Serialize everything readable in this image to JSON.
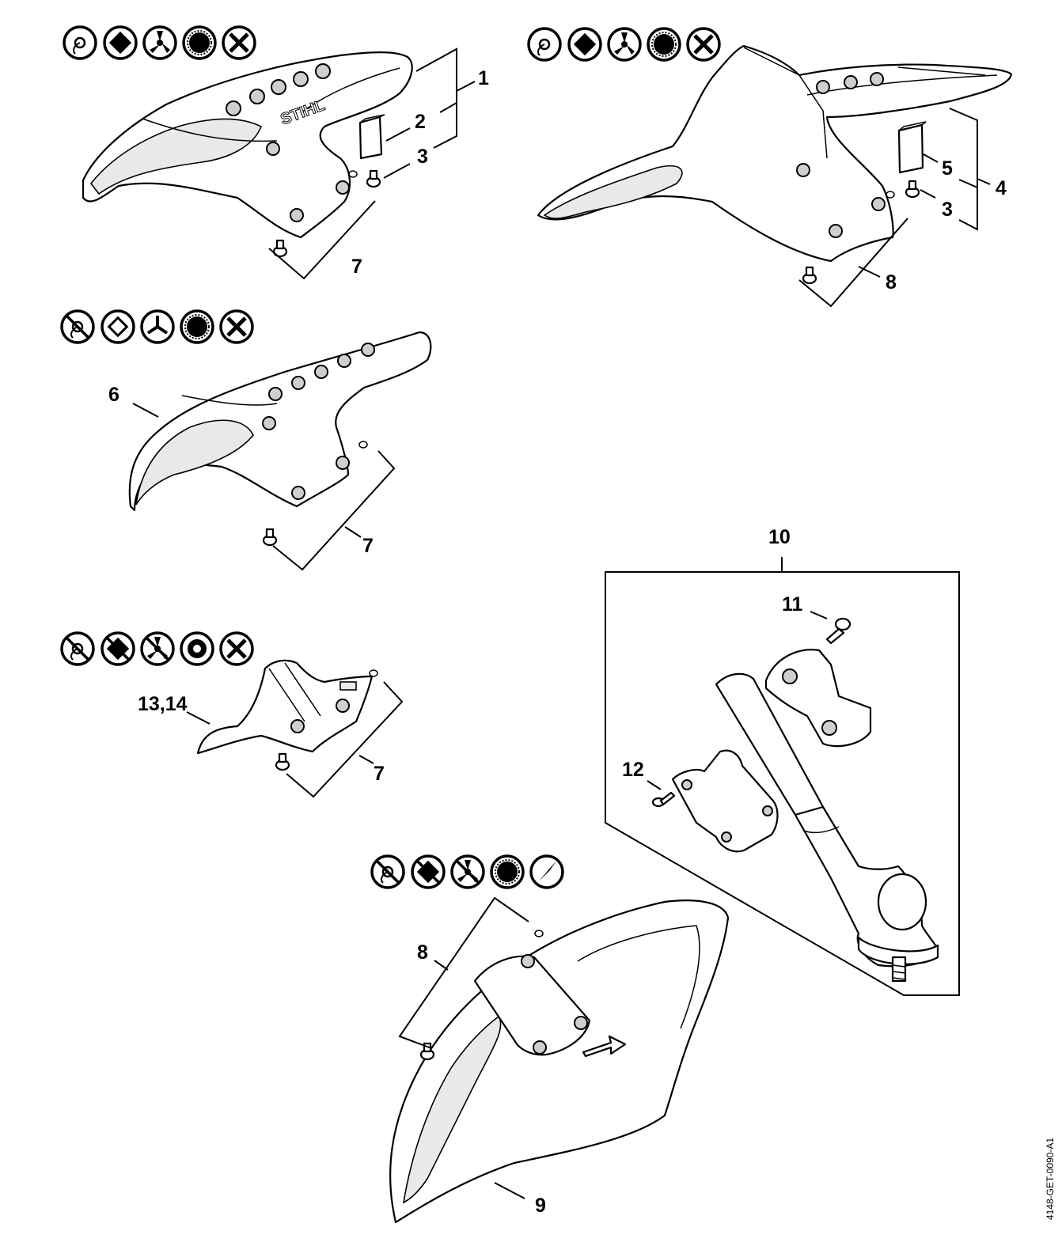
{
  "callouts": {
    "c1": "1",
    "c2": "2",
    "c3a": "3",
    "c4": "4",
    "c5": "5",
    "c3b": "3",
    "c6": "6",
    "c7a": "7",
    "c7b": "7",
    "c7c": "7",
    "c8a": "8",
    "c8b": "8",
    "c9": "9",
    "c10": "10",
    "c11": "11",
    "c12": "12",
    "c13_14": "13,14"
  },
  "brand_mark": "STIHL",
  "reference_code": "4148-GET-0090-A1",
  "icon_rows": [
    {
      "group": "guard-1",
      "icons": [
        "trimmer-head-icon",
        "polycut-icon",
        "grass-blade-icon",
        "brush-knife-icon",
        "no-use-icon"
      ]
    },
    {
      "group": "guard-4",
      "icons": [
        "trimmer-head-icon",
        "polycut-icon",
        "grass-blade-icon",
        "brush-knife-icon",
        "no-use-icon"
      ]
    },
    {
      "group": "guard-6",
      "icons": [
        "trimmer-head-icon",
        "polycut-icon",
        "grass-blade-icon",
        "brush-knife-icon",
        "no-use-icon"
      ]
    },
    {
      "group": "guard-13",
      "icons": [
        "trimmer-head-icon",
        "polycut-icon",
        "grass-blade-icon",
        "brush-knife-icon",
        "no-use-icon"
      ]
    },
    {
      "group": "guard-9",
      "icons": [
        "trimmer-head-icon",
        "polycut-icon",
        "grass-blade-icon",
        "brush-knife-icon",
        "circular-saw-icon"
      ]
    }
  ]
}
